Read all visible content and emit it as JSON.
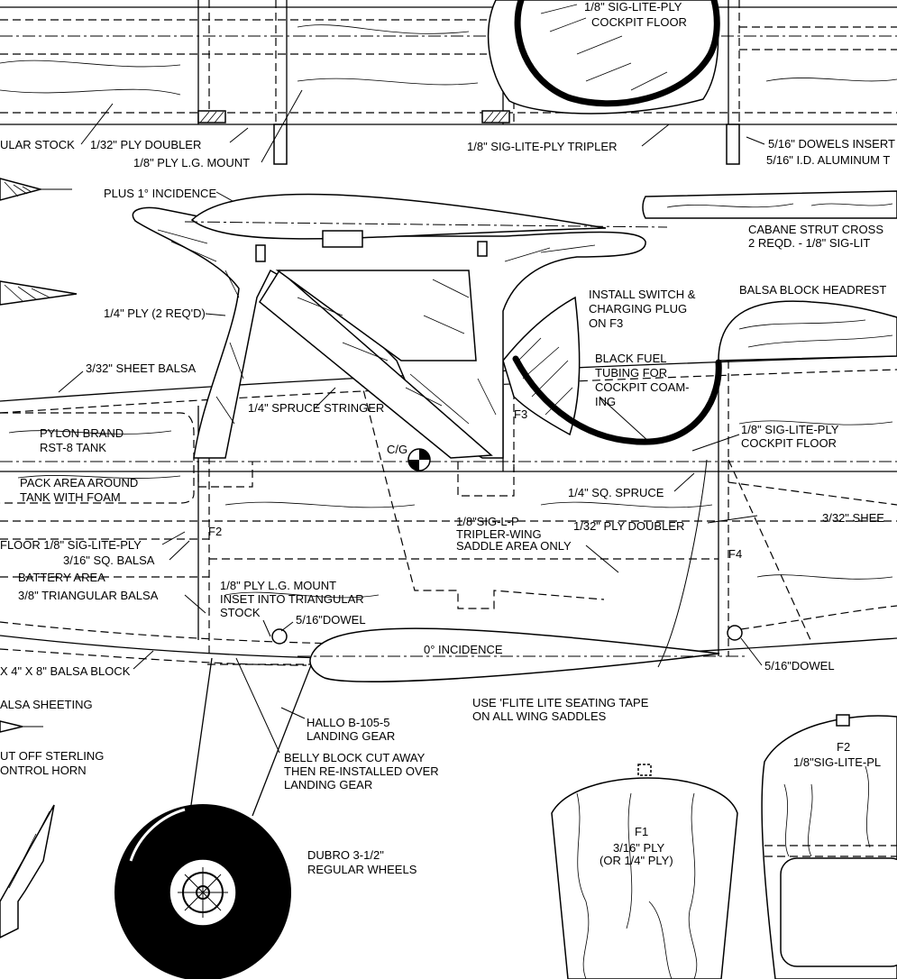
{
  "colors": {
    "ink": "#000000",
    "paper": "#ffffff"
  },
  "labels": {
    "cockpit_floor_top_1": "1/8\" SIG-LITE-PLY",
    "cockpit_floor_top_2": "COCKPIT FLOOR",
    "ular_stock": "ULAR STOCK",
    "ply_doubler_top": "1/32\" PLY DOUBLER",
    "lg_mount_top": "1/8\" PLY L.G. MOUNT",
    "tripler": "1/8\" SIG-LITE-PLY TRIPLER",
    "dowels_1": "5/16\" DOWELS INSERT",
    "dowels_2": "5/16\" I.D. ALUMINUM T",
    "plus_incidence": "PLUS 1° INCIDENCE",
    "cabane_1": "CABANE STRUT CROSS",
    "cabane_2": "2 REQD. - 1/8\" SIG-LIT",
    "quarter_ply": "1/4\" PLY (2 REQ'D)",
    "install_1": "INSTALL SWITCH &",
    "install_2": "CHARGING PLUG",
    "install_3": "ON F3",
    "headrest": "BALSA BLOCK HEADREST",
    "sheet_balsa": "3/32\" SHEET BALSA",
    "fuel_1": "BLACK FUEL",
    "fuel_2": "TUBING FOR",
    "fuel_3": "COCKPIT COAM-",
    "fuel_4": "ING",
    "spruce_stringer": "1/4\" SPRUCE STRINGER",
    "f3": "F3",
    "pylon_1": "PYLON BRAND",
    "pylon_2": "RST-8 TANK",
    "cg": "C/G",
    "cockpit_floor_mid_1": "1/8\" SIG-LITE-PLY",
    "cockpit_floor_mid_2": "COCKPIT FLOOR",
    "pack_1": "PACK AREA AROUND",
    "pack_2": "TANK WITH FOAM",
    "sq_spruce": "1/4\" SQ. SPRUCE",
    "sig_lp_1": "1/8\"SIG-L-P",
    "sig_lp_2": "TRIPLER-WING",
    "sig_lp_3": "SADDLE AREA ONLY",
    "ply_doubler_mid": "1/32\" PLY DOUBLER",
    "sheet_right": "3/32\" SHEE",
    "f2": "F2",
    "floor": "FLOOR 1/8\" SIG-LITE-PLY",
    "sq_balsa": "3/16\" SQ. BALSA",
    "f4": "F4",
    "battery": "BATTERY AREA",
    "tri_balsa": "3/8\" TRIANGULAR BALSA",
    "lg_mount_1": "1/8\" PLY L.G. MOUNT",
    "lg_mount_2": "INSET INTO TRIANGULAR",
    "lg_mount_3": "STOCK",
    "dowel_a": "5/16\"DOWEL",
    "zero_incidence": "0° INCIDENCE",
    "dowel_b": "5/16\"DOWEL",
    "balsa_block": "X 4\" X 8\" BALSA BLOCK",
    "seat_1": "USE 'FLITE LITE SEATING TAPE",
    "seat_2": "ON ALL WING SADDLES",
    "alsa_sheeting": "ALSA SHEETING",
    "hallo_1": "HALLO B-105-5",
    "hallo_2": "LANDING GEAR",
    "f2_part_1": "F2",
    "f2_part_2": "1/8\"SIG-LITE-PL",
    "sterling_1": "UT OFF STERLING",
    "sterling_2": "ONTROL HORN",
    "belly_1": "BELLY BLOCK CUT AWAY",
    "belly_2": "THEN RE-INSTALLED OVER",
    "belly_3": "LANDING GEAR",
    "f1_1": "F1",
    "f1_2": "3/16\" PLY",
    "f1_3": "(OR 1/4\" PLY)",
    "wheels_1": "DUBRO 3-1/2\"",
    "wheels_2": "REGULAR WHEELS"
  }
}
